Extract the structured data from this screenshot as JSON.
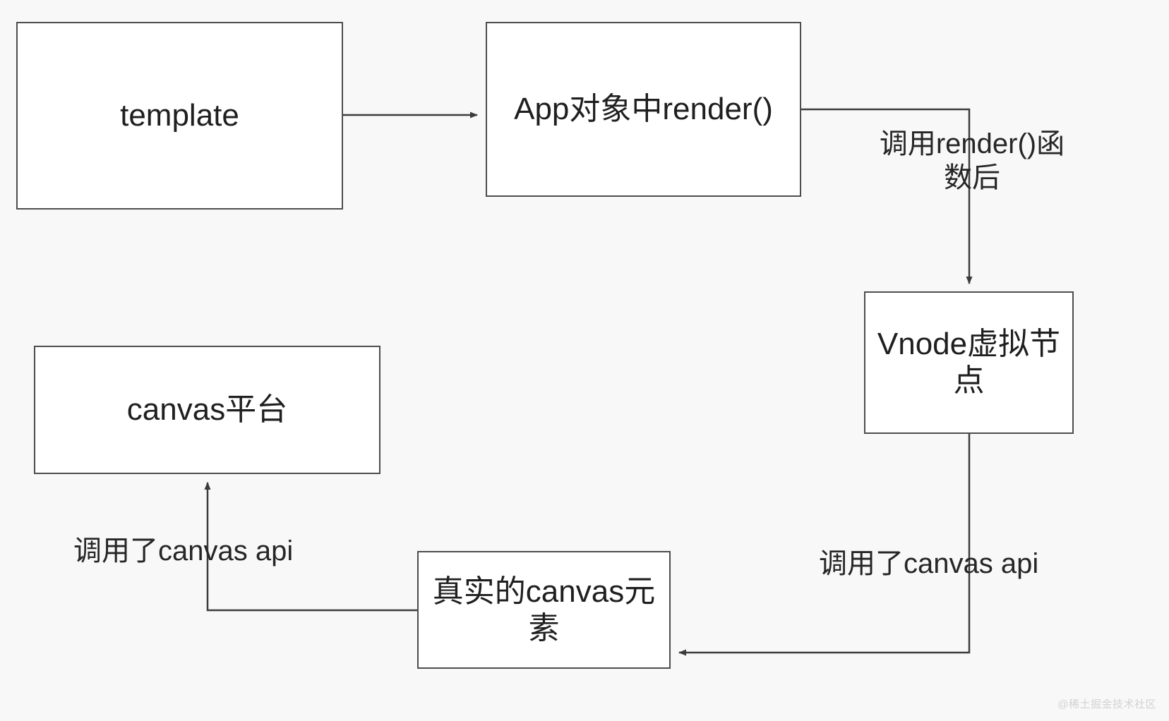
{
  "diagram": {
    "background_color": "#f8f8f8",
    "box_fill": "#ffffff",
    "box_border_color": "#4d4d4d",
    "connector_color": "#3c3c3c",
    "text_color": "#1f1f1f",
    "nodes": [
      {
        "id": "template",
        "label": "template"
      },
      {
        "id": "app-render",
        "label": "App对象中render()"
      },
      {
        "id": "vnode",
        "label": "Vnode虚拟节\n点"
      },
      {
        "id": "canvas-platform",
        "label": "canvas平台"
      },
      {
        "id": "real-canvas",
        "label": "真实的canvas元\n素"
      }
    ],
    "edges": [
      {
        "id": "template-to-app",
        "from": "template",
        "to": "app-render",
        "label": ""
      },
      {
        "id": "app-to-vnode",
        "from": "app-render",
        "to": "vnode",
        "label": "调用render()函\n数后"
      },
      {
        "id": "vnode-to-real-canvas",
        "from": "vnode",
        "to": "real-canvas",
        "label": "调用了canvas api"
      },
      {
        "id": "real-canvas-to-platform",
        "from": "real-canvas",
        "to": "canvas-platform",
        "label": "调用了canvas api"
      }
    ]
  },
  "watermark": {
    "text": "@稀土掘金技术社区"
  }
}
